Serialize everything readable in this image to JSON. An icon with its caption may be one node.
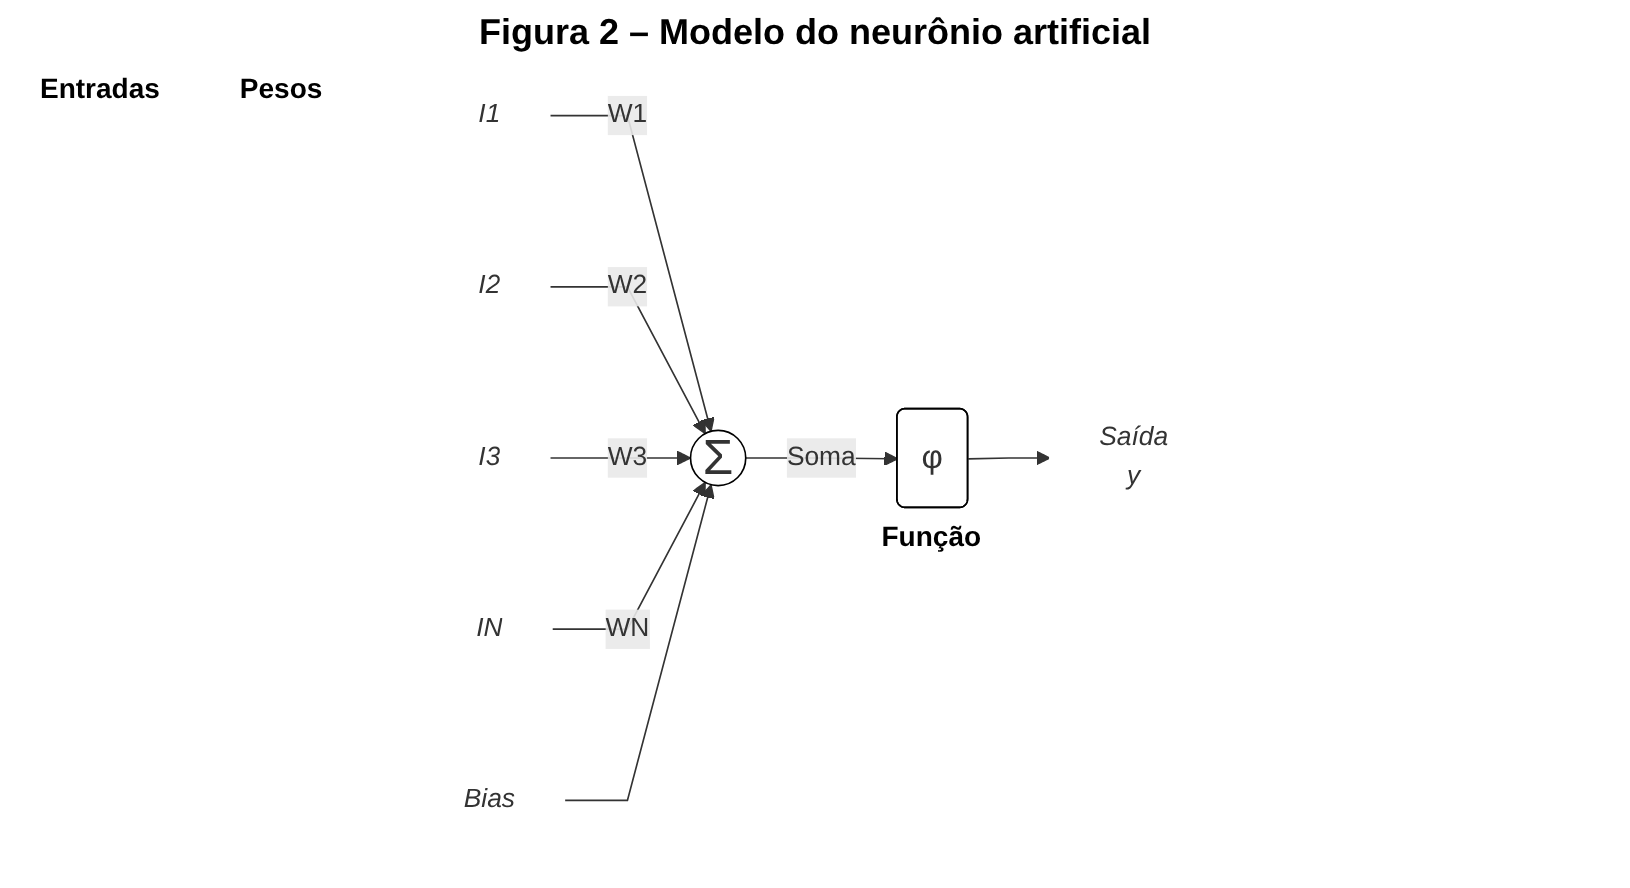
{
  "diagram": {
    "title": "Figura 2 – Modelo do neurônio artificial",
    "nodes": [
      {
        "text": [
          "I1"
        ]
      },
      {
        "text": [
          "I2"
        ]
      },
      {
        "text": [
          "I3"
        ]
      },
      {
        "text": [
          "IN"
        ]
      },
      {
        "text": [
          "Σ"
        ]
      },
      {
        "text": [
          "φ"
        ],
        "beside": [
          "Função"
        ]
      },
      {
        "text": [
          "Saída",
          "y"
        ]
      },
      {
        "text": [
          "Bias"
        ]
      }
    ],
    "edges": [
      {
        "from": 0,
        "to": 4,
        "arrow": "to",
        "label": "W1"
      },
      {
        "from": 1,
        "to": 4,
        "arrow": "to",
        "label": "W2"
      },
      {
        "from": 2,
        "to": 4,
        "arrow": "to",
        "label": "W3"
      },
      {
        "from": 3,
        "to": 4,
        "arrow": "to",
        "label": "WN"
      },
      {
        "from": 7,
        "to": 4,
        "arrow": "to"
      },
      {
        "from": 4,
        "to": 5,
        "arrow": "to",
        "label": "Soma"
      },
      {
        "from": 5,
        "to": 6,
        "arrow": "to"
      }
    ],
    "labels": [
      "Entradas",
      "Pesos"
    ]
  }
}
